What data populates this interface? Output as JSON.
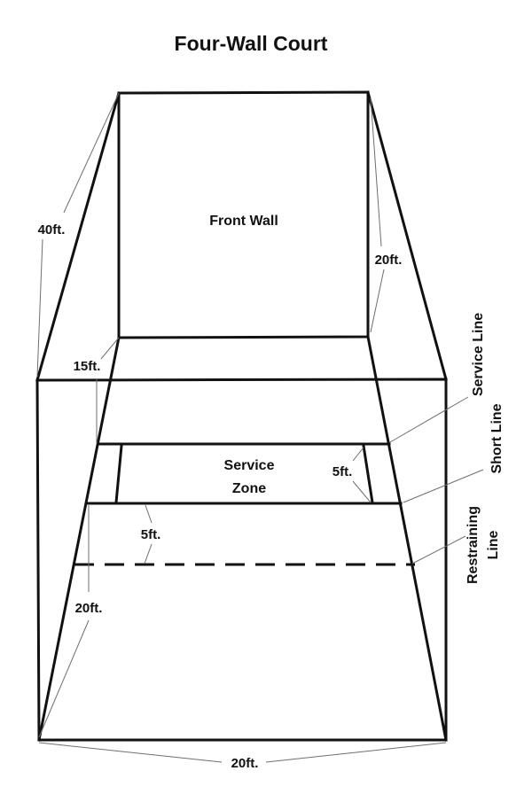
{
  "title": "Four-Wall Court",
  "labels": {
    "front_wall": "Front Wall",
    "service_zone_line1": "Service",
    "service_zone_line2": "Zone",
    "service_line": "Service Line",
    "short_line": "Short Line",
    "restraining_line1": "Restraining",
    "restraining_line2": "Line"
  },
  "dimensions": {
    "side_length": "40ft.",
    "front_wall_height": "20ft.",
    "back_wall_height": "15ft.",
    "service_zone_depth": "5ft.",
    "short_to_restraining": "5ft.",
    "back_height": "20ft.",
    "court_width": "20ft."
  },
  "colors": {
    "line": "#111111",
    "leader": "#6e6e6e",
    "background": "#ffffff"
  }
}
